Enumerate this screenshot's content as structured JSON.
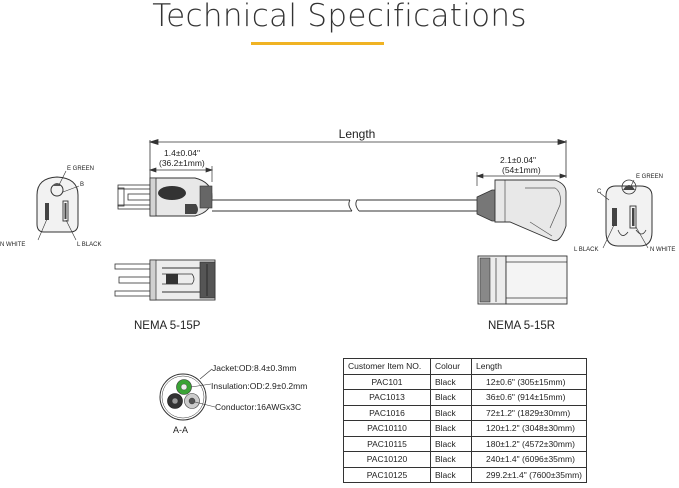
{
  "title": "Technical Specifications",
  "colors": {
    "accent": "#f0b323",
    "jacket": "#555555",
    "ground": "#3aa335",
    "neutral": "#cccccc",
    "line": "#222222"
  },
  "diagram": {
    "length_label": "Length",
    "plug_dim_1": "1.4±0.04\"",
    "plug_dim_2": "(36.2±1mm)",
    "socket_dim_1": "2.1±0.04\"",
    "socket_dim_2": "(54±1mm)",
    "plug_face": {
      "ground": "E GREEN",
      "b": "B",
      "neutral": "N  WHITE",
      "live": "L  BLACK"
    },
    "socket_face": {
      "c": "C",
      "ground": "E GREEN",
      "live": "L  BLACK",
      "neutral": "N  WHITE"
    },
    "plug_name": "NEMA 5-15P",
    "socket_name": "NEMA 5-15R",
    "cross_section": {
      "jacket": "Jacket:OD:8.4±0.3mm",
      "insulation": "Insulation:OD:2.9±0.2mm",
      "conductor": "Conductor:16AWGx3C",
      "section": "A-A"
    }
  },
  "table": {
    "headers": [
      "Customer Item NO.",
      "Colour",
      "Length"
    ],
    "rows": [
      [
        "PAC101",
        "Black",
        "12±0.6\" (305±15mm)"
      ],
      [
        "PAC1013",
        "Black",
        "36±0.6\" (914±15mm)"
      ],
      [
        "PAC1016",
        "Black",
        "72±1.2\" (1829±30mm)"
      ],
      [
        "PAC10110",
        "Black",
        "120±1.2\" (3048±30mm)"
      ],
      [
        "PAC10115",
        "Black",
        "180±1.2\" (4572±30mm)"
      ],
      [
        "PAC10120",
        "Black",
        "240±1.4\" (6096±35mm)"
      ],
      [
        "PAC10125",
        "Black",
        "299.2±1.4\" (7600±35mm)"
      ]
    ]
  }
}
